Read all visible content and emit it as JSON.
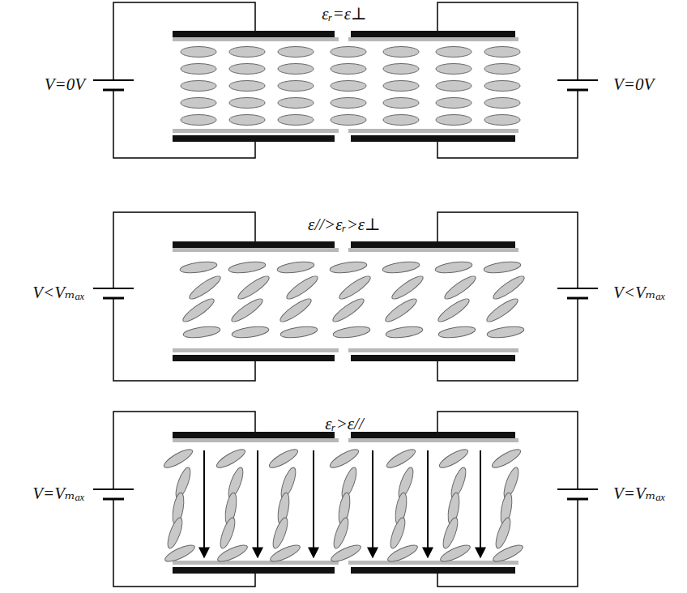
{
  "diagram": {
    "labels": [
      "εᵣ=ε⊥",
      "V=0V",
      "V=0V",
      "ε//>εᵣ>ε⊥",
      "V<Vₘₐₓ",
      "V<Vₘₐₓ",
      "εᵣ>ε//",
      "V=Vₘₐₓ",
      "V=Vₘₐₓ"
    ]
  }
}
